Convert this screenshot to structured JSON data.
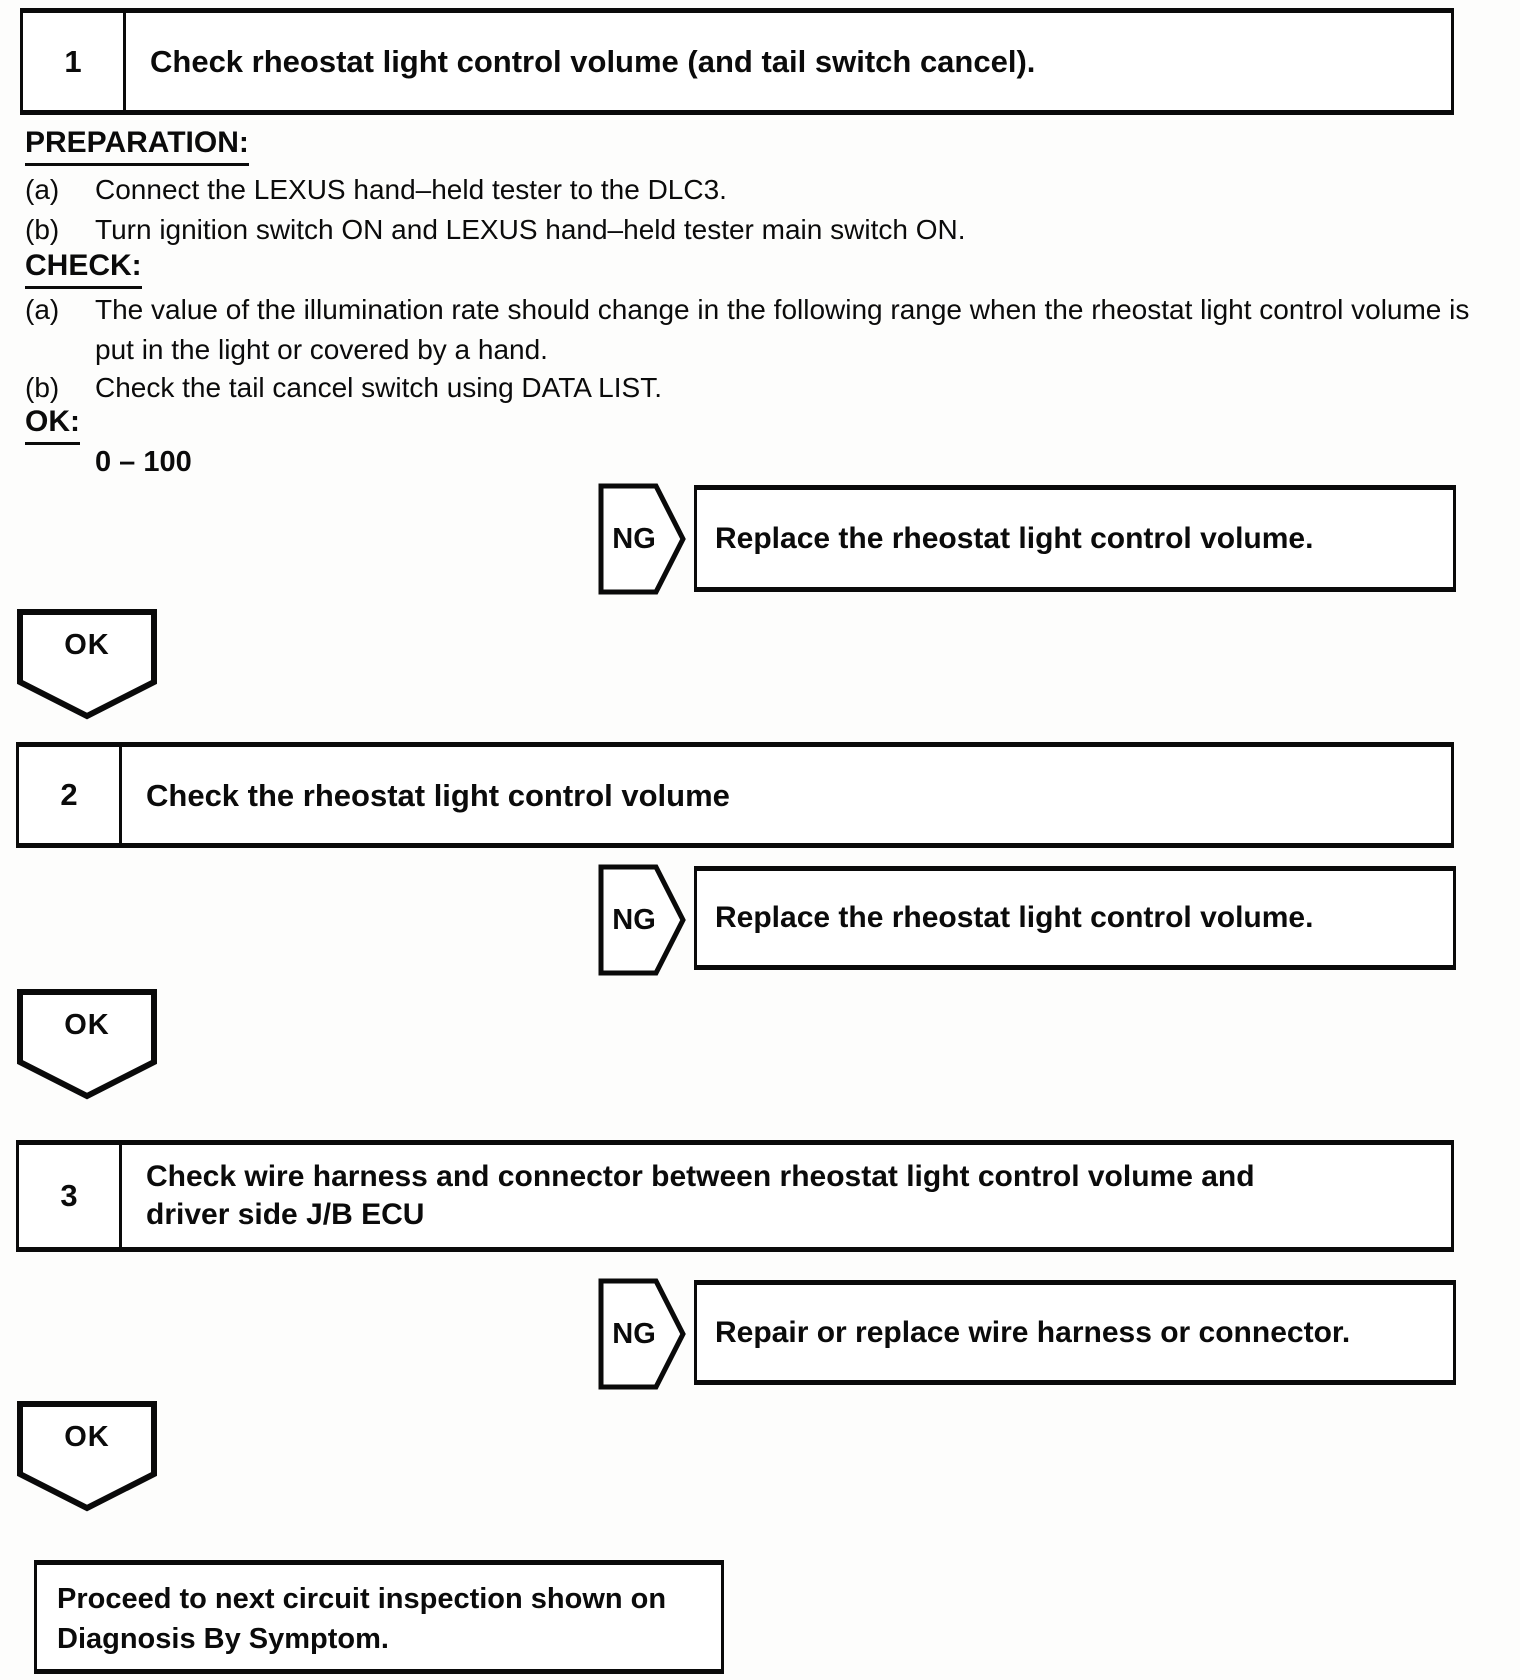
{
  "steps": [
    {
      "number": "1",
      "title": "Check rheostat light control volume (and tail switch cancel)."
    },
    {
      "number": "2",
      "title": "Check the rheostat light control volume"
    },
    {
      "number": "3",
      "title": "Check wire harness and connector between rheostat light control volume and driver side J/B ECU"
    }
  ],
  "preparation": {
    "heading": "PREPARATION:",
    "items": [
      {
        "label": "(a)",
        "text": "Connect the LEXUS hand–held tester to the DLC3."
      },
      {
        "label": "(b)",
        "text": "Turn ignition switch ON and LEXUS hand–held tester main switch ON."
      }
    ]
  },
  "check": {
    "heading": "CHECK:",
    "items": [
      {
        "label": "(a)",
        "text": "The value of the illumination rate should change in the following range when the rheostat light control volume is put in the light or covered by a hand."
      },
      {
        "label": "(b)",
        "text": "Check the tail cancel switch using DATA LIST."
      }
    ]
  },
  "ok_spec": {
    "heading": "OK:",
    "value": "0 – 100"
  },
  "ng_label": "NG",
  "ok_label": "OK",
  "branches": [
    {
      "action": "Replace the rheostat light control volume."
    },
    {
      "action": "Replace the rheostat light control volume."
    },
    {
      "action": "Repair or replace wire harness or connector."
    }
  ],
  "footer": {
    "line1": "Proceed to next circuit inspection shown on",
    "line2": "Diagnosis By Symptom."
  }
}
